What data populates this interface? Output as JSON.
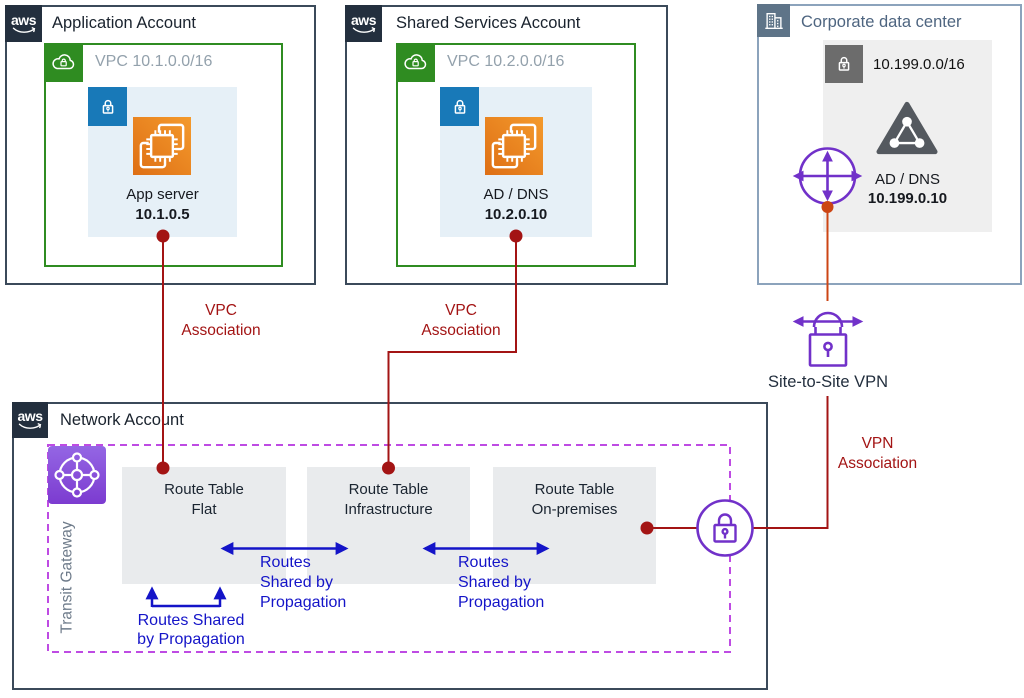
{
  "logo": {
    "text": "aws"
  },
  "accounts": {
    "application": {
      "title": "Application Account",
      "vpc": "VPC 10.1.0.0/16",
      "server": "App server",
      "ip": "10.1.0.5"
    },
    "shared": {
      "title": "Shared Services Account",
      "vpc": "VPC 10.2.0.0/16",
      "server": "AD / DNS",
      "ip": "10.2.0.10"
    },
    "corporate": {
      "title": "Corporate data center",
      "cidr": "10.199.0.0/16",
      "server": "AD / DNS",
      "ip": "10.199.0.10"
    },
    "network": {
      "title": "Network Account",
      "gateway": "Transit Gateway",
      "route_tables": [
        {
          "label": "Route Table\nFlat"
        },
        {
          "label": "Route Table\nInfrastructure"
        },
        {
          "label": "Route Table\nOn-premises"
        }
      ]
    }
  },
  "labels": {
    "vpc_association_left": "VPC\nAssociation",
    "vpc_association_right": "VPC\nAssociation",
    "site_to_site_vpn": "Site-to-Site VPN",
    "vpn_association": "VPN\nAssociation",
    "routes_shared_flat": "Routes Shared\nby Propagation",
    "routes_shared_mid": "Routes\nShared by\nPropagation",
    "routes_shared_right": "Routes\nShared by\nPropagation"
  },
  "icons": {
    "aws_logo": "aws-logo",
    "vpc_badge": "vpc-cloud-lock-icon",
    "subnet_badge": "private-subnet-lock-icon",
    "server": "ec2-instances-icon",
    "corporate_badge": "corporate-building-icon",
    "directory": "active-directory-icon",
    "router": "customer-gateway-router-icon",
    "vpn": "site-to-site-vpn-icon",
    "tgw": "transit-gateway-icon",
    "vpn_attachment": "vpn-attachment-lock-icon"
  },
  "colors": {
    "navy": "#232F3E",
    "account_border": "#3B4A5A",
    "corporate_border": "#8CA3BC",
    "corporate_badge": "#5E7488",
    "green": "#2F8C21",
    "subnet_bg": "#E6F0F7",
    "subnet_badge_blue": "#1879B8",
    "ec2_orange_dark": "#DE6F15",
    "ec2_orange_light": "#F49A2C",
    "gray_badge": "#6C6C6C",
    "gray_box": "#EFEFEF",
    "route_table_bg": "#E9EBED",
    "dark_red": "#A31414",
    "orange_red": "#CC4514",
    "blue": "#1414C8",
    "purple": "#7131C9",
    "tgw_purple_dark": "#7C3BD0",
    "tgw_purple_light": "#9466E4",
    "dashed_purple": "#BE4BE3"
  }
}
